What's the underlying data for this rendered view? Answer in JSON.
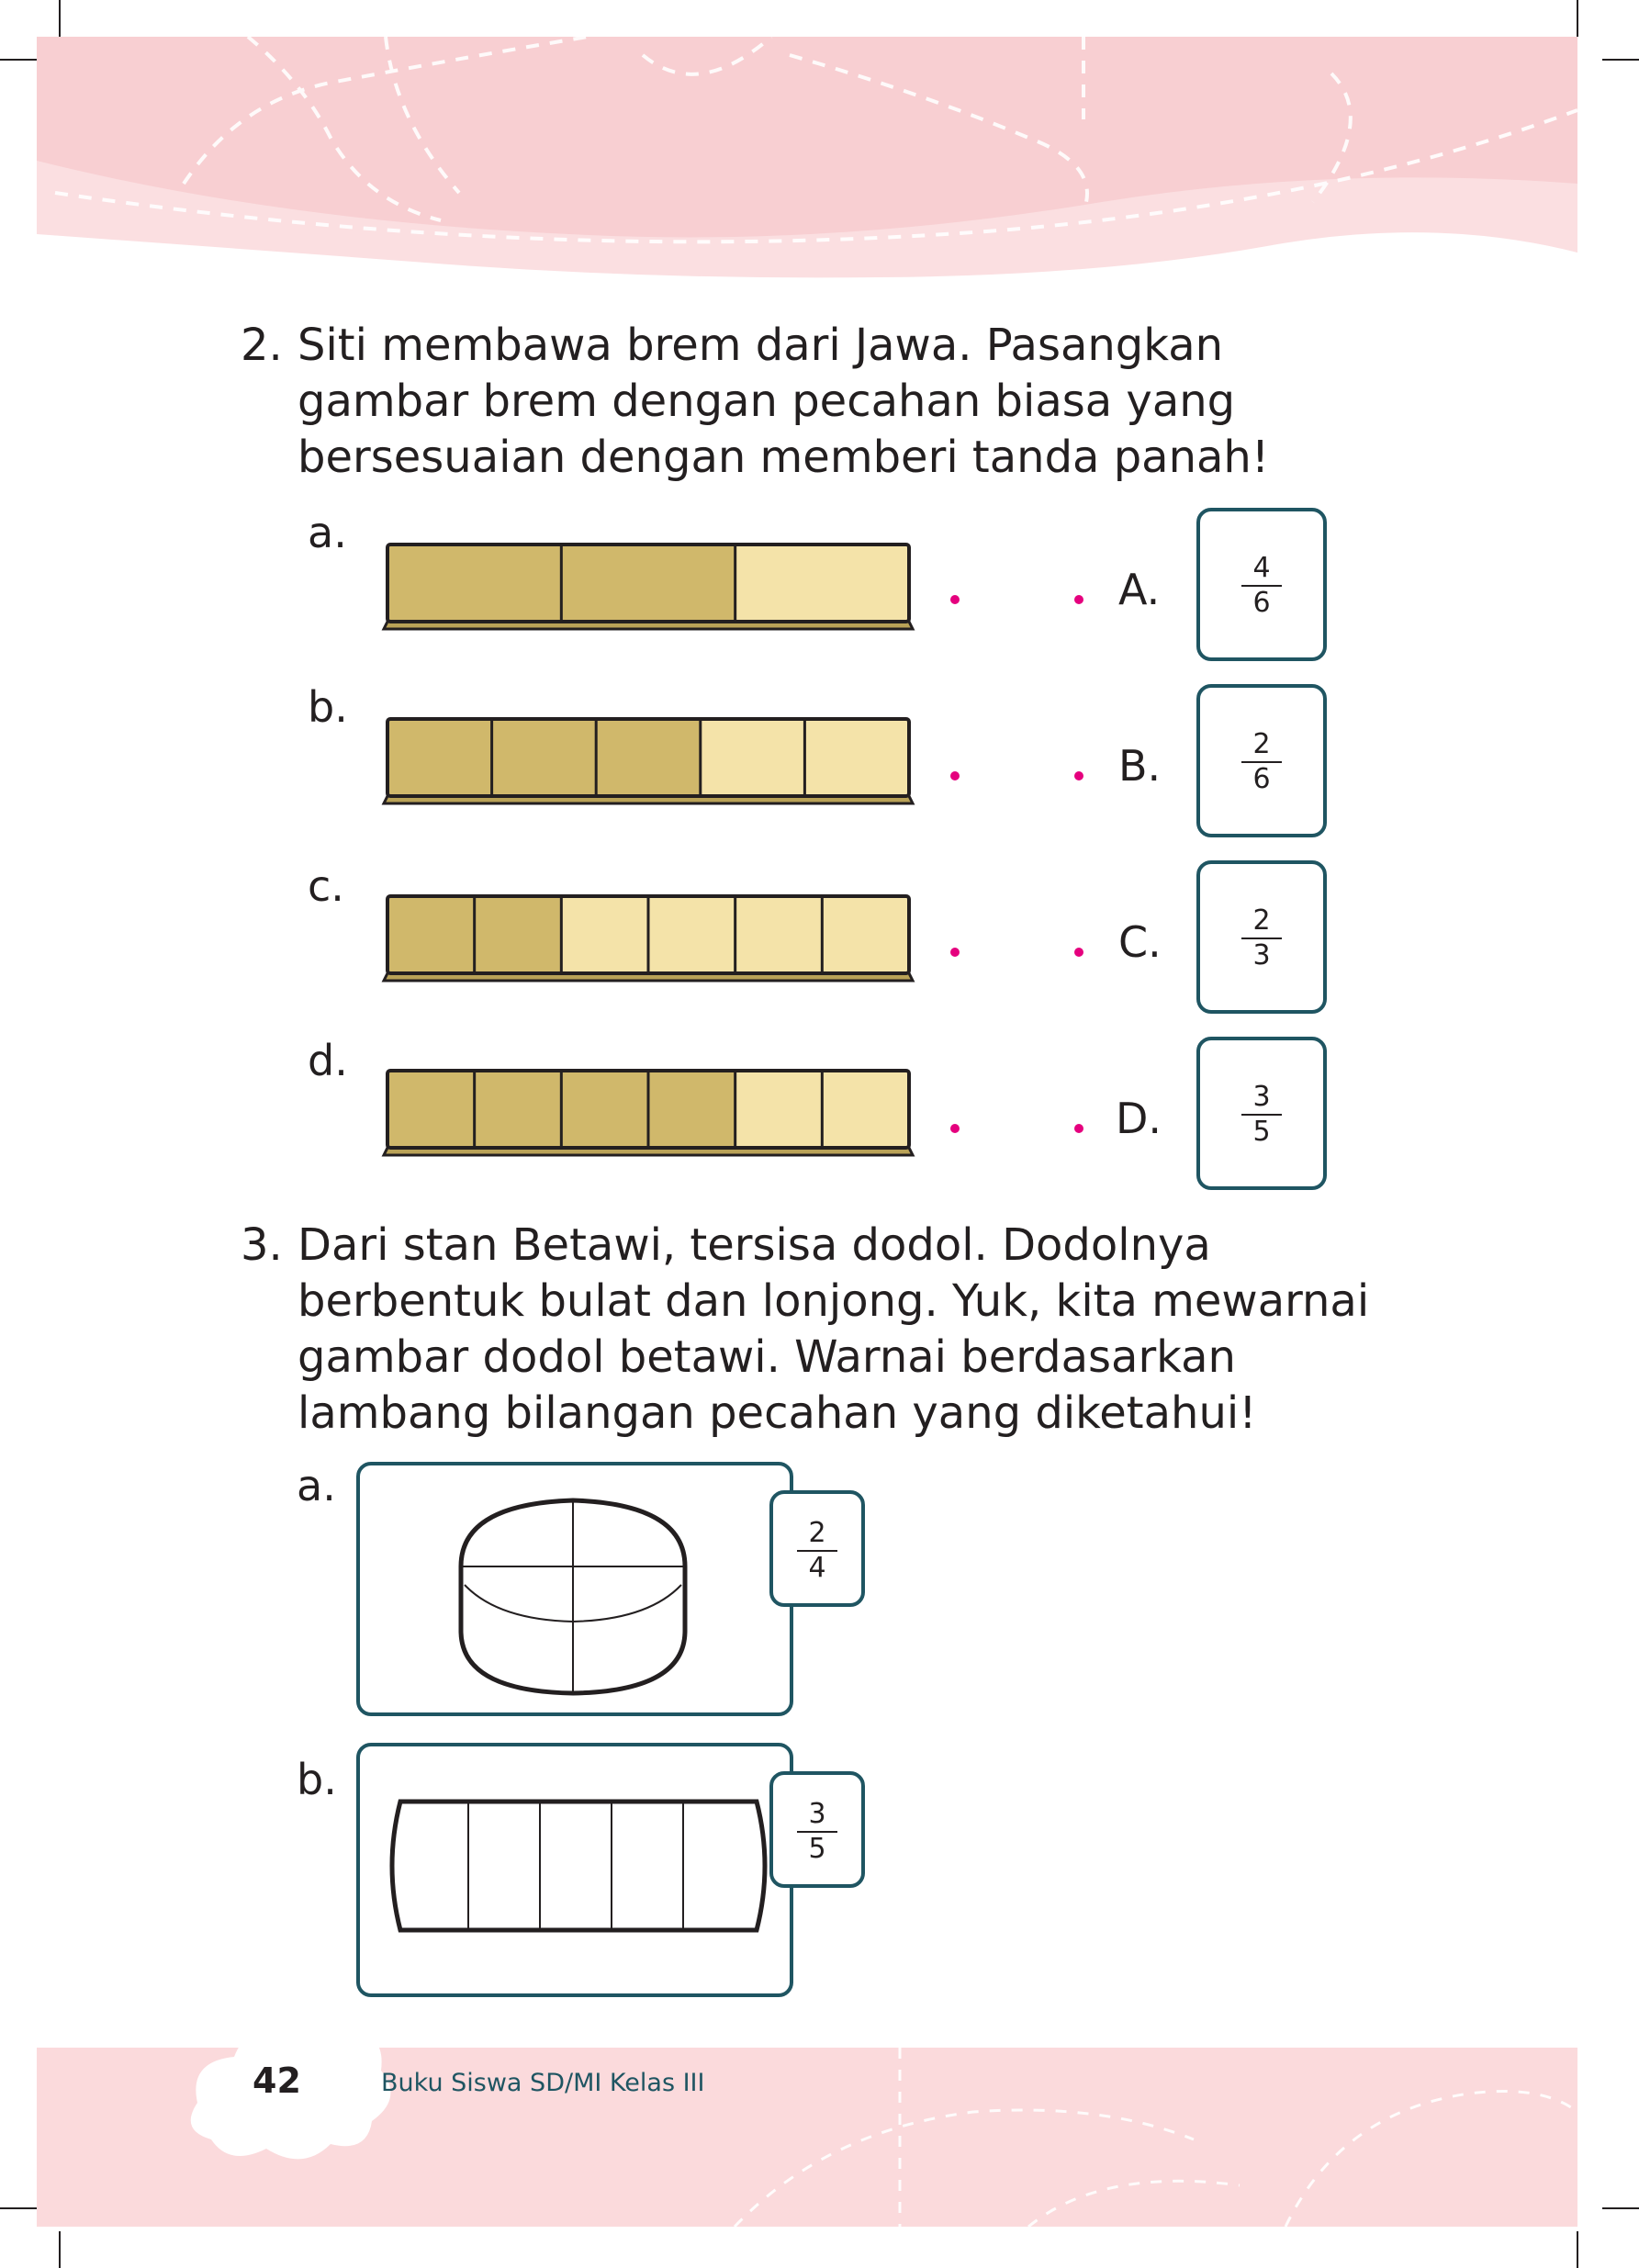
{
  "q2": {
    "number": "2.",
    "lines": [
      "Siti membawa brem dari Jawa. Pasangkan",
      "gambar brem dengan pecahan biasa yang",
      "bersesuaian dengan memberi tanda panah!"
    ],
    "items": [
      {
        "letter": "a.",
        "segments": 3,
        "shaded": 2
      },
      {
        "letter": "b.",
        "segments": 5,
        "shaded": 3
      },
      {
        "letter": "c.",
        "segments": 6,
        "shaded": 2
      },
      {
        "letter": "d.",
        "segments": 6,
        "shaded": 4
      }
    ],
    "options": [
      {
        "label": "A.",
        "numerator": "4",
        "denominator": "6"
      },
      {
        "label": "B.",
        "numerator": "2",
        "denominator": "6"
      },
      {
        "label": "C.",
        "numerator": "2",
        "denominator": "3"
      },
      {
        "label": "D.",
        "numerator": "3",
        "denominator": "5"
      }
    ]
  },
  "q3": {
    "number": "3.",
    "lines": [
      "Dari stan Betawi, tersisa dodol. Dodolnya",
      "berbentuk bulat dan lonjong. Yuk, kita mewarnai",
      "gambar dodol betawi. Warnai berdasarkan",
      "lambang bilangan pecahan yang diketahui!"
    ],
    "items": [
      {
        "letter": "a.",
        "shape": "round",
        "numerator": "2",
        "denominator": "4"
      },
      {
        "letter": "b.",
        "shape": "oblong",
        "numerator": "3",
        "denominator": "5"
      }
    ]
  },
  "footer": {
    "page_number": "42",
    "book_title": "Buku Siswa SD/MI Kelas III"
  },
  "colors": {
    "header_pink": "#f8cfd2",
    "footer_pink": "#fbdadc",
    "box_border": "#1f5562",
    "brem_dark": "#d0b86b",
    "brem_light": "#f4e3a9",
    "dot_magenta": "#e5007e"
  }
}
